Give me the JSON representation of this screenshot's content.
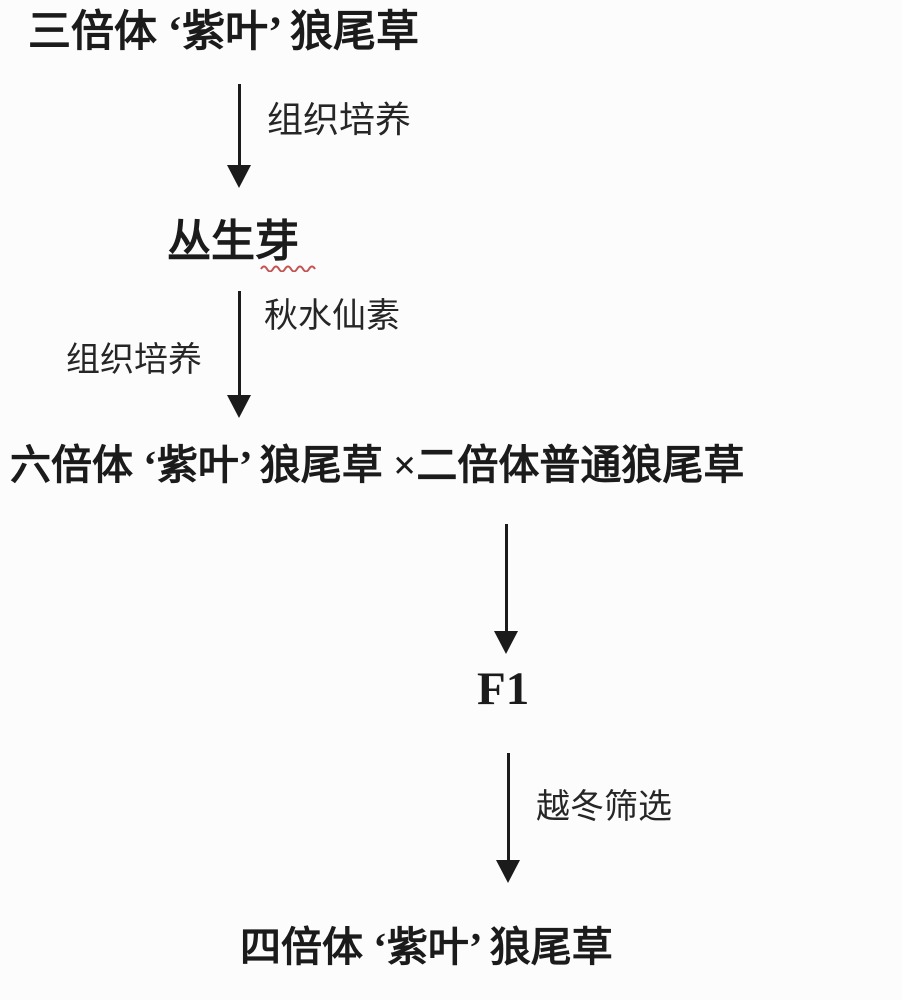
{
  "flowchart": {
    "nodes": {
      "triploid": "三倍体 ‘紫叶’ 狼尾草",
      "cluster_buds": "丛生芽",
      "cross": "六倍体 ‘紫叶’ 狼尾草 ×二倍体普通狼尾草",
      "f1": "F1",
      "tetraploid": "四倍体 ‘紫叶’ 狼尾草"
    },
    "edge_labels": {
      "step1_right": "组织培养",
      "step2_right": "秋水仙素",
      "step2_left": "组织培养",
      "step4_right": "越冬筛选"
    },
    "colors": {
      "text": "#1b1b1b",
      "arrow": "#1b1b1b",
      "background": "#fcfcfc",
      "spellcheck_underline": "#c25555"
    }
  }
}
